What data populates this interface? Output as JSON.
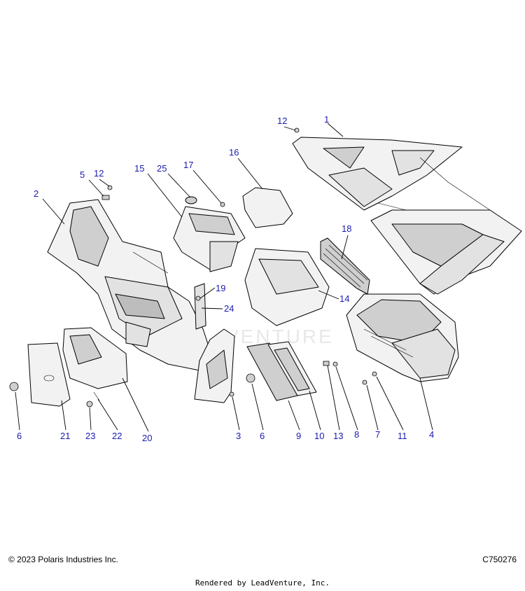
{
  "footer": {
    "copyright": "© 2023 Polaris Industries Inc.",
    "diagram_id": "C750276",
    "rendered_by": "Rendered by LeadVenture, Inc."
  },
  "watermark": "VENTURE",
  "callouts": [
    {
      "number": "1"
    },
    {
      "number": "12"
    },
    {
      "number": "16"
    },
    {
      "number": "15"
    },
    {
      "number": "25"
    },
    {
      "number": "17"
    },
    {
      "number": "5"
    },
    {
      "number": "12"
    },
    {
      "number": "2"
    },
    {
      "number": "18"
    },
    {
      "number": "19"
    },
    {
      "number": "24"
    },
    {
      "number": "14"
    },
    {
      "number": "6"
    },
    {
      "number": "21"
    },
    {
      "number": "23"
    },
    {
      "number": "22"
    },
    {
      "number": "20"
    },
    {
      "number": "3"
    },
    {
      "number": "6"
    },
    {
      "number": "9"
    },
    {
      "number": "10"
    },
    {
      "number": "13"
    },
    {
      "number": "8"
    },
    {
      "number": "7"
    },
    {
      "number": "11"
    },
    {
      "number": "4"
    }
  ]
}
